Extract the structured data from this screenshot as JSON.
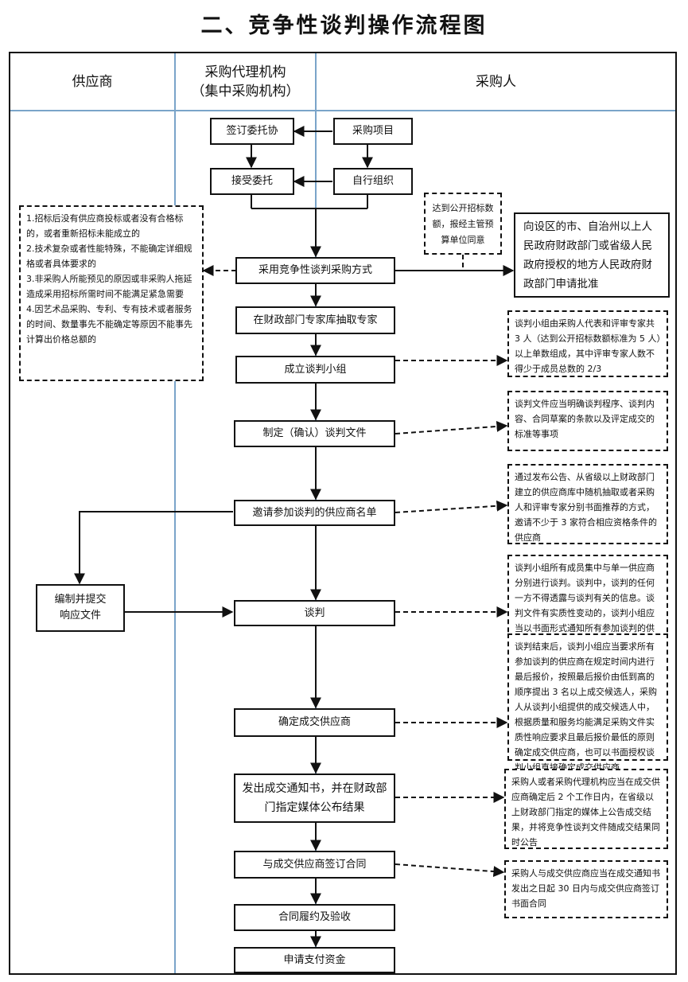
{
  "title": "二、竞争性谈判操作流程图",
  "lanes": {
    "supplier": "供应商",
    "agency_line1": "采购代理机构",
    "agency_line2": "（集中采购机构）",
    "purchaser": "采购人"
  },
  "boxes": {
    "sign_entrust": "签订委托协",
    "purchase_project": "采购项目",
    "accept_entrust": "接受委托",
    "self_organize": "自行组织",
    "adopt_method": "采用竞争性谈判采购方式",
    "draw_experts": "在财政部门专家库抽取专家",
    "form_panel": "成立谈判小组",
    "draft_docs": "制定（确认）谈判文件",
    "invite_suppliers": "邀请参加谈判的供应商名单",
    "prepare_response_line1": "编制并提交",
    "prepare_response_line2": "响应文件",
    "negotiate": "谈判",
    "determine_supplier": "确定成交供应商",
    "issue_notice_line1": "发出成交通知书，并在财政部",
    "issue_notice_line2": "门指定媒体公布结果",
    "sign_contract": "与成交供应商签订合同",
    "fulfill_accept": "合同履约及验收",
    "apply_payment": "申请支付资金"
  },
  "notes": {
    "conditions": [
      "1.招标后没有供应商投标或者没有合格标的，或者重新招标未能成立的",
      "2.技术复杂或者性能特殊，不能确定详细规格或者具体要求的",
      "3.非采购人所能预见的原因或非采购人拖延造成采用招标所需时间不能满足紧急需要",
      "4.因艺术品采购、专利、专有技术或者服务的时间、数量事先不能确定等原因不能事先计算出价格总额的"
    ],
    "threshold": "达到公开招标数额，报经主管预算单位同意",
    "approval": "向设区的市、自治州以上人民政府财政部门或省级人民政府授权的地方人民政府财政部门申请批准",
    "panel_composition": "谈判小组由采购人代表和评审专家共 3 人（达到公开招标数额标准为 5 人）以上单数组成，其中评审专家人数不得少于成员总数的 2/3",
    "doc_content": "谈判文件应当明确谈判程序、谈判内容、合同草案的条款以及评定成交的标准等事项",
    "invitation_method": "通过发布公告、从省级以上财政部门建立的供应商库中随机抽取或者采购人和评审专家分别书面推荐的方式，邀请不少于 3 家符合相应资格条件的供应商",
    "negotiation_rules": "谈判小组所有成员集中与单一供应商分别进行谈判。谈判中，谈判的任何一方不得透露与谈判有关的信息。谈判文件有实质性变动的，谈判小组应当以书面形式通知所有参加谈判的供应商",
    "final_quote": "谈判结束后，谈判小组应当要求所有参加谈判的供应商在规定时间内进行最后报价，按照最后报价由低到高的顺序提出 3 名以上成交候选人，采购人从谈判小组提供的成交候选人中，根据质量和服务均能满足采购文件实质性响应要求且最后报价最低的原则确定成交供应商，也可以书面授权谈判小组直接确定成交供应商",
    "announcement": "采购人或者采购代理机构应当在成交供应商确定后 2 个工作日内，在省级以上财政部门指定的媒体上公告成交结果，并将竞争性谈判文件随成交结果同时公告",
    "contract_deadline": "采购人与成交供应商应当在成交通知书发出之日起 30 日内与成交供应商签订书面合同"
  }
}
